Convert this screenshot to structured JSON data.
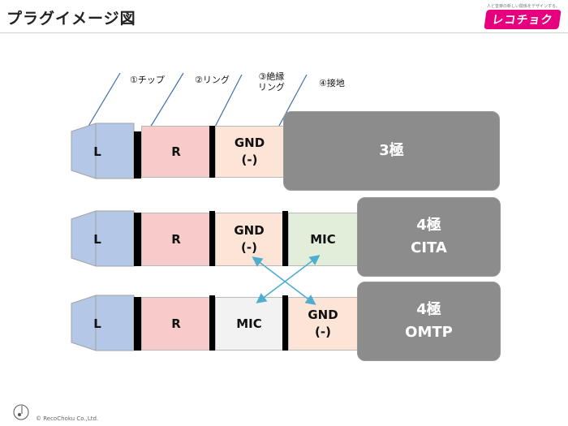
{
  "title": "プラグイメージ図",
  "logo": {
    "tagline": "人と音楽の新しい関係をデザインする。",
    "brand": "レコチョク"
  },
  "callouts": {
    "tip": "①チップ",
    "ring": "②リング",
    "insulator": "③絶縁\nリング",
    "ground": "④接地"
  },
  "plugs": [
    {
      "L": "L",
      "R": "R",
      "ring": "GND\n(-)",
      "box": "3極"
    },
    {
      "L": "L",
      "R": "R",
      "ring": "GND\n(-)",
      "sleeve": "MIC",
      "box": "4極\nCITA"
    },
    {
      "L": "L",
      "R": "R",
      "ring": "MIC",
      "sleeve": "GND\n(-)",
      "box": "4極\nOMTP"
    }
  ],
  "copyright": "© RecoChoku Co.,Ltd.",
  "colors": {
    "tip": "#b4c7e7",
    "right": "#f8cbcb",
    "gnd": "#fce4d6",
    "mic_cita": "#e2eed9",
    "mic_omtp": "#f2f2f2",
    "box": "#8c8c8c",
    "arrow": "#4eaecf",
    "logo": "#e6007e"
  }
}
